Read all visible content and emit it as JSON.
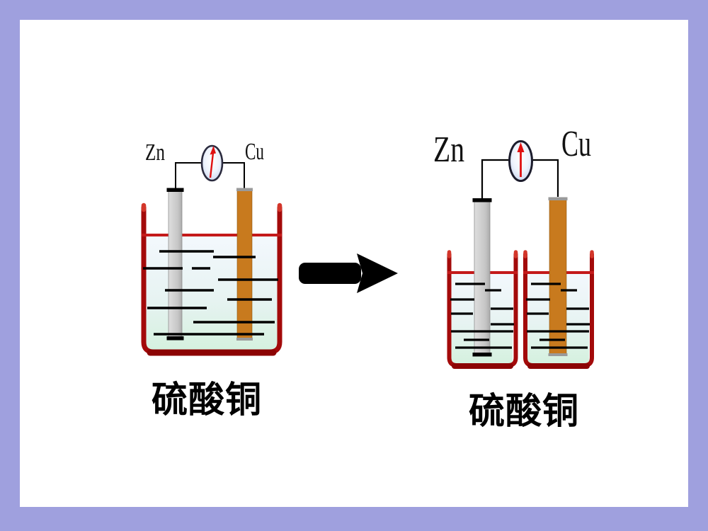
{
  "slide": {
    "kind": "chemistry-presentation-slide",
    "frame_color": "#9fa0de",
    "canvas_color": "#ffffff"
  },
  "before_cell": {
    "zinc_label": "Zn",
    "copper_label": "Cu",
    "solution_label": "硫酸铜",
    "meter": "galvanometer",
    "beakers": 1
  },
  "after_cell": {
    "zinc_label": "Zn",
    "copper_label": "Cu",
    "solution_label": "硫酸铜",
    "meter": "galvanometer",
    "beakers": 2
  },
  "icons": {
    "arrow": "right-arrow",
    "meter": "galvanometer-oval-with-red-needle"
  },
  "colors": {
    "frame": "#9fa0de",
    "beaker_outline": "#a30a0a",
    "beaker_base": "#8c0404",
    "beaker_tip": "#d3362a",
    "liquid_line": "#c41a1a",
    "solution_top": "#f3f8fd",
    "solution_bottom": "#d5f1df",
    "zinc_electrode": "#c9c9c9",
    "copper_electrode": "#c87a1e",
    "needle": "#e01010",
    "wire": "#000000",
    "arrow": "#000000"
  }
}
